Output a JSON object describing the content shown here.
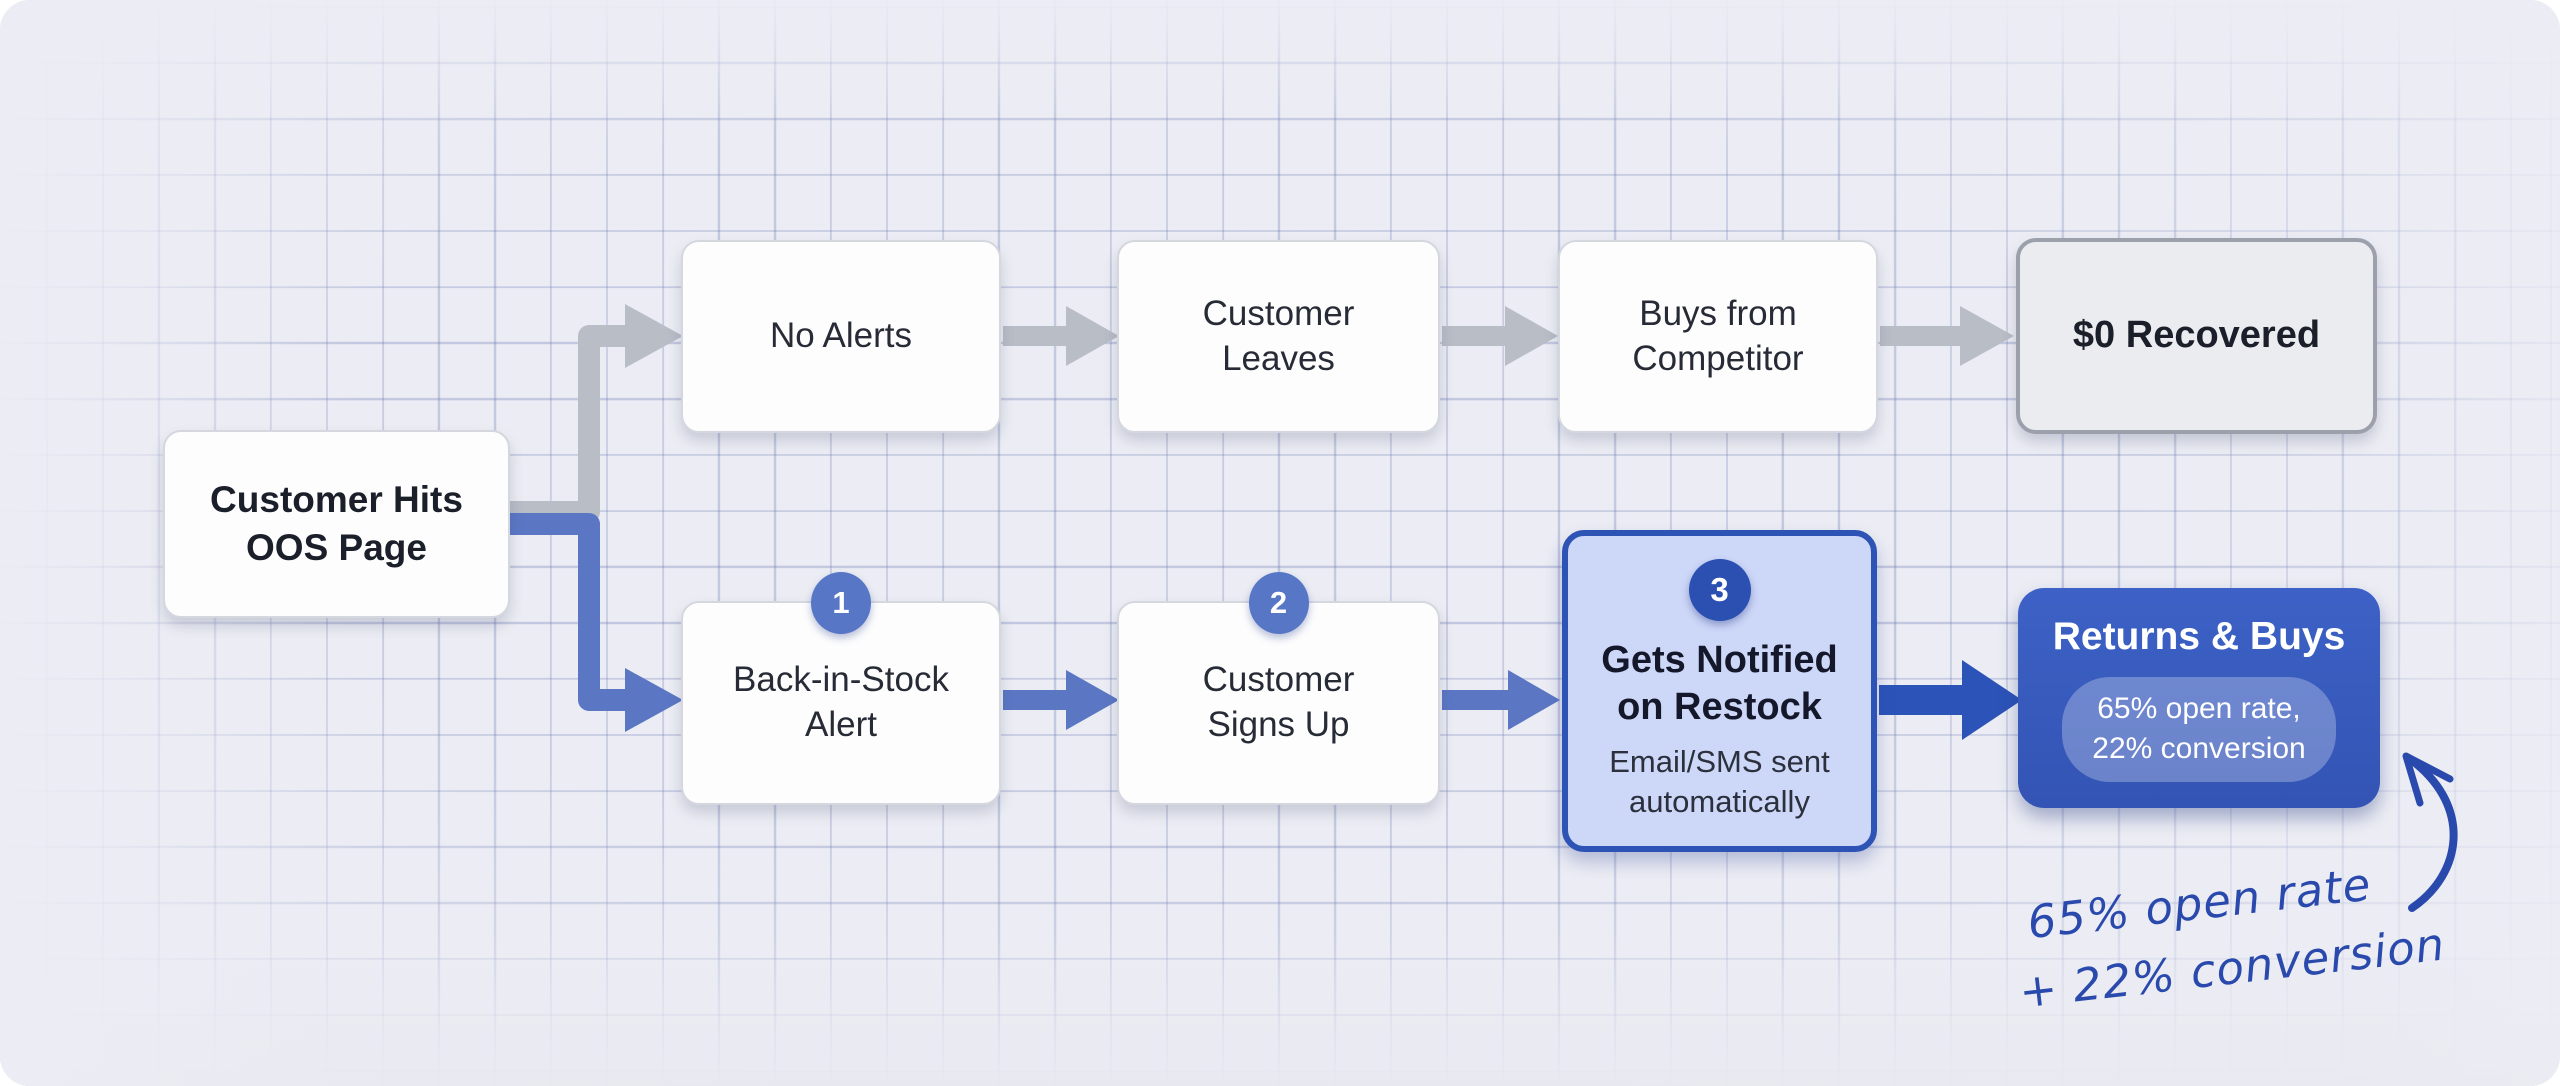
{
  "page": {
    "background": "#ecedf4",
    "frame": "#ffffff"
  },
  "colors": {
    "grid_line": "#6473b2",
    "gray_path": "#b9bdc6",
    "blue_path": "#5b77c4",
    "dark_blue_path": "#2c53b8",
    "highlight_border": "#2d53b5",
    "highlight_fill": "#cdd7f8",
    "result_blue": "#3a5ec4",
    "badge_blue": "#5776c6",
    "badge_dark_blue": "#2b50b2",
    "handwriting_blue": "#2a49ac"
  },
  "flow": {
    "start": {
      "title_lines": [
        "Customer Hits",
        "OOS Page"
      ]
    },
    "top_path": {
      "no_alerts": {
        "label": "No Alerts"
      },
      "customer_leaves": {
        "label_lines": [
          "Customer",
          "Leaves"
        ]
      },
      "buys_from_competitor": {
        "label_lines": [
          "Buys from",
          "Competitor"
        ]
      },
      "zero_recovered": {
        "label": "$0 Recovered"
      }
    },
    "bottom_path": {
      "back_in_stock": {
        "badge": "1",
        "label_lines": [
          "Back-in-Stock",
          "Alert"
        ]
      },
      "customer_signs_up": {
        "badge": "2",
        "label_lines": [
          "Customer",
          "Signs Up"
        ]
      },
      "gets_notified": {
        "badge": "3",
        "title_lines": [
          "Gets Notified",
          "on Restock"
        ],
        "subtitle_lines": [
          "Email/SMS sent",
          "automatically"
        ]
      },
      "returns_and_buys": {
        "title": "Returns & Buys",
        "stat_lines": [
          "65% open rate,",
          "22% conversion"
        ]
      }
    },
    "annotation": {
      "lines": [
        "65% open rate",
        "+ 22% conversion"
      ]
    }
  }
}
